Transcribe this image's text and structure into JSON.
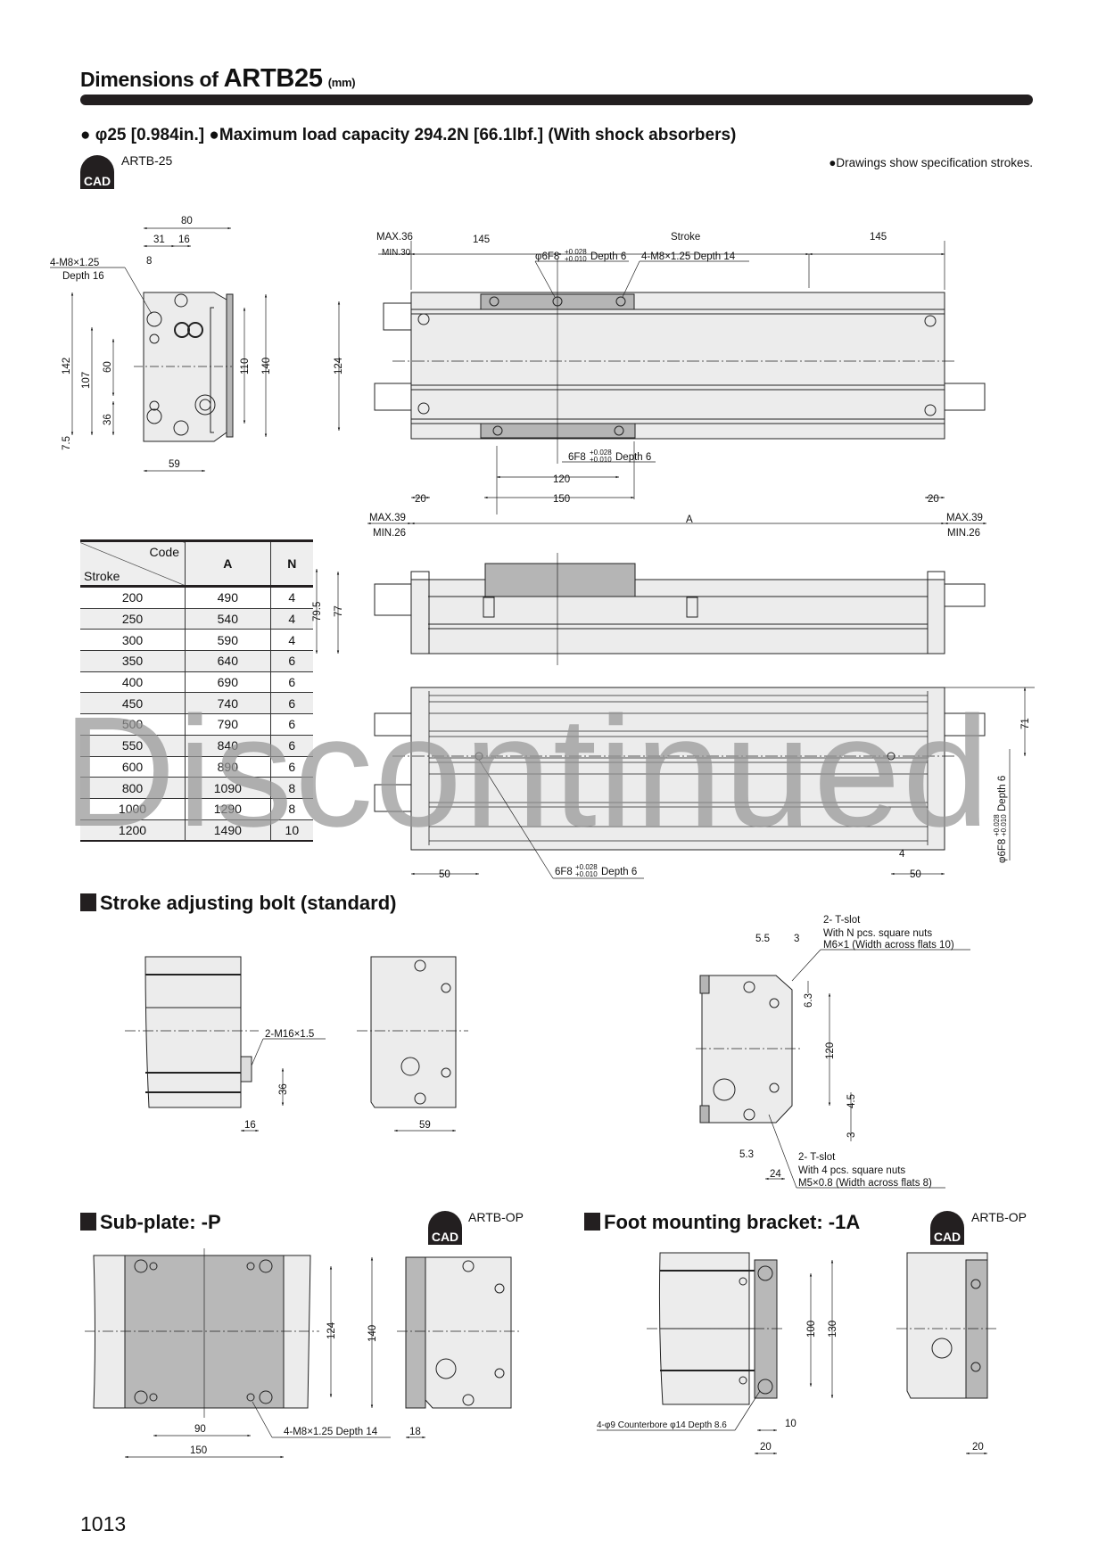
{
  "header": {
    "title_prefix": "Dimensions of ",
    "title_model": "ARTB25",
    "title_unit": "(mm)"
  },
  "specs": {
    "bore": "● φ25 [0.984in.] ",
    "load": "●Maximum load capacity 294.2N [66.1lbf.] (With shock absorbers)"
  },
  "cad": {
    "label": "CAD",
    "model": "ARTB-25"
  },
  "note": "●Drawings show specification strokes.",
  "front": {
    "d80": "80",
    "d31": "31",
    "d16": "16",
    "d8": "8",
    "tap": "4-M8×1.25",
    "tap_depth": "Depth 16",
    "d142": "142",
    "d107": "107",
    "d60": "60",
    "d36": "36",
    "d7_5": "7.5",
    "d110": "110",
    "d140": "140",
    "d59": "59"
  },
  "top": {
    "max36": "MAX.36",
    "min30": "MIN.30",
    "l145": "145",
    "stroke": "Stroke",
    "r145": "145",
    "pin": "φ6F8",
    "tol_hi": "+0.028",
    "tol_lo": "+0.010",
    "depth6": "Depth 6",
    "tap": "4-M8×1.25  Depth 14",
    "d124": "124",
    "pin2": "6F8",
    "d120": "120",
    "d150": "150",
    "l20": "20",
    "r20": "20",
    "lmax39": "MAX.39",
    "lmin26": "MIN.26",
    "a": "A",
    "rmax39": "MAX.39",
    "rmin26": "MIN.26"
  },
  "side": {
    "d79_5": "79.5",
    "d77": "77"
  },
  "bottom": {
    "d71": "71",
    "pin": "6F8",
    "pin_v": "φ6F8",
    "depth6": "Depth 6",
    "l50": "50",
    "d4": "4",
    "r50": "50"
  },
  "table": {
    "code_label": "Code",
    "stroke_label": "Stroke",
    "columns": [
      "A",
      "N"
    ],
    "rows": [
      [
        "200",
        "490",
        "4"
      ],
      [
        "250",
        "540",
        "4"
      ],
      [
        "300",
        "590",
        "4"
      ],
      [
        "350",
        "640",
        "6"
      ],
      [
        "400",
        "690",
        "6"
      ],
      [
        "450",
        "740",
        "6"
      ],
      [
        "500",
        "790",
        "6"
      ],
      [
        "550",
        "840",
        "6"
      ],
      [
        "600",
        "890",
        "6"
      ],
      [
        "800",
        "1090",
        "8"
      ],
      [
        "1000",
        "1290",
        "8"
      ],
      [
        "1200",
        "1490",
        "10"
      ]
    ]
  },
  "watermark": "Discontinued",
  "stroke_bolt": {
    "title": "Stroke adjusting bolt (standard)",
    "bolt": "2-M16×1.5",
    "d36": "36",
    "d16": "16",
    "d59": "59",
    "tslot_top": [
      "2- T-slot",
      "With N pcs. square nuts",
      "M6×1 (Width across flats 10)"
    ],
    "d5_5": "5.5",
    "d3a": "3",
    "d6_3": "6.3",
    "d120": "120",
    "d4_5": "4.5",
    "d3b": "3",
    "d5_3": "5.3",
    "d24": "24",
    "tslot_bottom": [
      "2- T-slot",
      "With 4 pcs. square nuts",
      "M5×0.8 (Width across flats 8)"
    ]
  },
  "subplate": {
    "title": "Sub-plate: -P",
    "cad_label": "CAD",
    "cad_model": "ARTB-OP",
    "d124": "124",
    "d140": "140",
    "d90": "90",
    "d150": "150",
    "tap": "4-M8×1.25  Depth 14",
    "d18": "18"
  },
  "foot": {
    "title": "Foot mounting bracket: -1A",
    "cad_label": "CAD",
    "cad_model": "ARTB-OP",
    "hole": "4-φ9 Counterbore φ14  Depth 8.6",
    "d10": "10",
    "d20": "20",
    "d100": "100",
    "d130": "130",
    "d20r": "20"
  },
  "page_number": "1013"
}
